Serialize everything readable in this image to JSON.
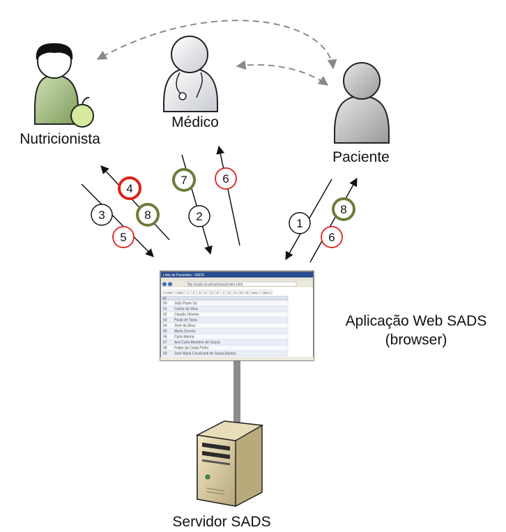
{
  "actors": {
    "nutritionist": "Nutricionista",
    "doctor": "Médico",
    "patient": "Paciente"
  },
  "app": {
    "label_line1": "Aplicação Web SADS",
    "label_line2": "(browser)",
    "window_title": "Lista de Pacientes - SADS",
    "address": "http://sads.local/sads/pacientes.html",
    "pager": [
      "<< first",
      "< prev",
      "1",
      "2",
      "3",
      "4",
      "5",
      "6",
      "7",
      "8",
      "9",
      "10",
      "11",
      "next >",
      "last >>"
    ],
    "table": {
      "header": "id",
      "rows": [
        [
          "00",
          "João Paulo Sá"
        ],
        [
          "01",
          "Carlos da Silva"
        ],
        [
          "02",
          "Claudio Oliveira"
        ],
        [
          "03",
          "Paulo de Tarso"
        ],
        [
          "04",
          "José da Silva"
        ],
        [
          "05",
          "Mario Gurvea"
        ],
        [
          "06",
          "Carla Marina"
        ],
        [
          "07",
          "Ana Carla Monteiro de Souza"
        ],
        [
          "08",
          "Felipe da Costa Pinho"
        ],
        [
          "09",
          "José Maria Cavalcanti de Souza Bastos"
        ]
      ]
    }
  },
  "server": {
    "label": "Servidor SADS"
  },
  "badges": [
    {
      "id": "b3",
      "text": "3",
      "style": "black"
    },
    {
      "id": "b4",
      "text": "4",
      "style": "red-thick"
    },
    {
      "id": "b5",
      "text": "5",
      "style": "red"
    },
    {
      "id": "b8a",
      "text": "8",
      "style": "green"
    },
    {
      "id": "b7",
      "text": "7",
      "style": "green"
    },
    {
      "id": "b2",
      "text": "2",
      "style": "black"
    },
    {
      "id": "b6a",
      "text": "6",
      "style": "red"
    },
    {
      "id": "b1",
      "text": "1",
      "style": "black"
    },
    {
      "id": "b8b",
      "text": "8",
      "style": "green"
    },
    {
      "id": "b6b",
      "text": "6",
      "style": "red"
    }
  ],
  "colors": {
    "red": "#e0201a",
    "green": "#6b7d3a",
    "black": "#111111",
    "dashed": "#8a8a8a",
    "nutri_body": "#a9c38b",
    "person_gray": "#c4c4c4"
  }
}
